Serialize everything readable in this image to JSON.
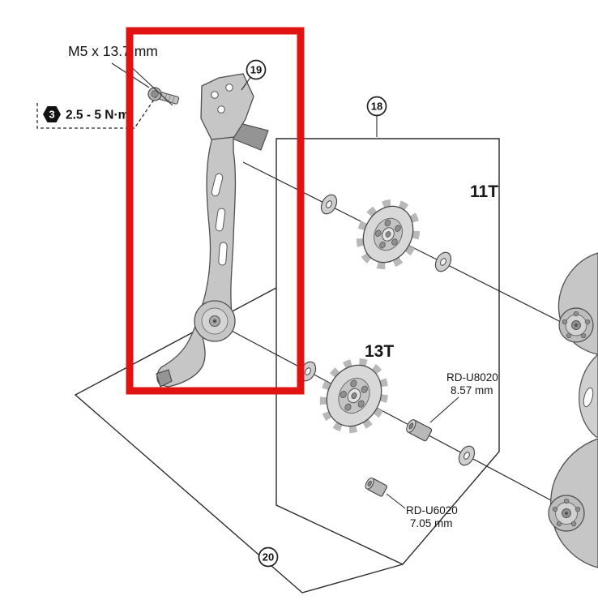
{
  "labels": {
    "bolt_spec": "M5 x 13.7 mm",
    "torque_step": "3",
    "torque_value": "2.5 - 5 N·m",
    "badge_18": "18",
    "badge_19": "19",
    "badge_20": "20",
    "pulley_upper_teeth": "11T",
    "pulley_lower_teeth": "13T",
    "bushing_upper_model": "RD-U8020",
    "bushing_upper_size": "8.57 mm",
    "bushing_lower_model": "RD-U6020",
    "bushing_lower_size": "7.05 mm"
  },
  "colors": {
    "highlight_red": "#e01312",
    "part_gray": "#c6c6c6",
    "dark_gray": "#949494",
    "line_black": "#2b2b2b"
  }
}
